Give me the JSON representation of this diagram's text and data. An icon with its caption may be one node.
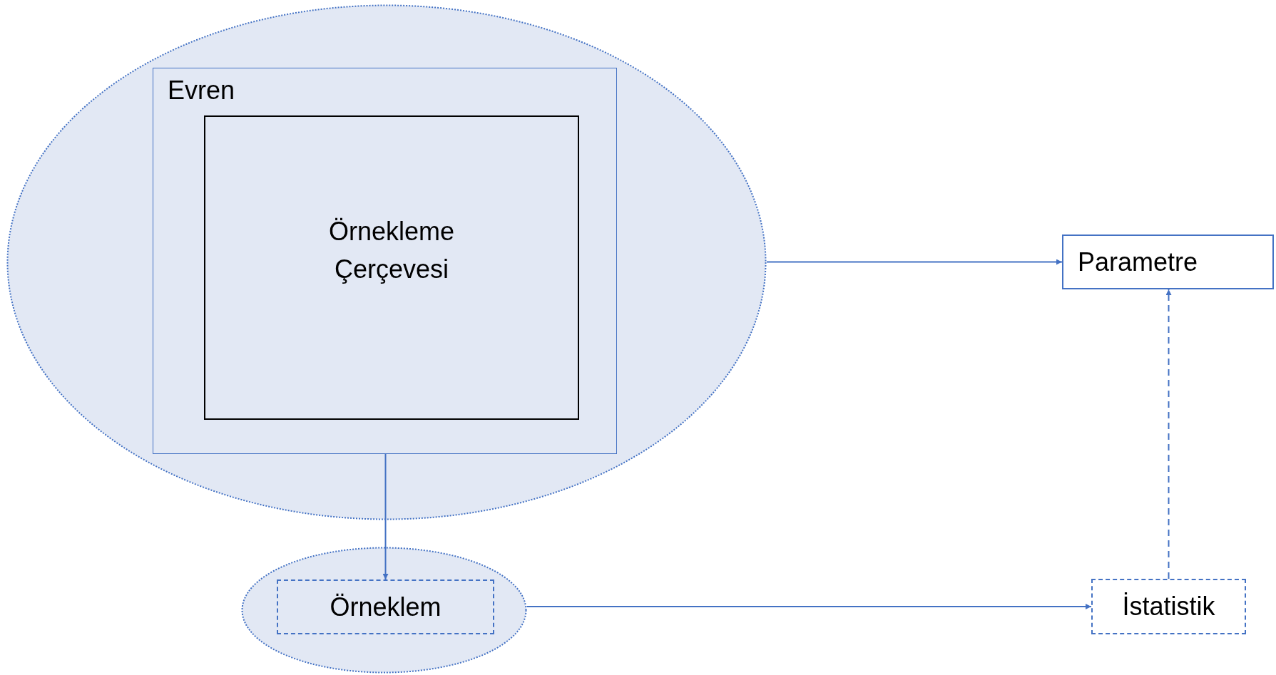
{
  "diagram": {
    "nodes": [
      {
        "text": [],
        "shape": "ellipse"
      },
      {
        "text": [
          "Evren"
        ],
        "in": 0
      },
      {
        "text": [
          "Örnekleme Çerçevesi"
        ],
        "in": 1
      },
      {
        "text": [],
        "shape": "ellipse"
      },
      {
        "text": [
          "Örneklem"
        ],
        "in": 3
      },
      {
        "text": [
          "Parametre"
        ]
      },
      {
        "text": [
          "İstatistik"
        ]
      }
    ],
    "edges": [
      {
        "from": 0,
        "to": 5,
        "arrow": "to"
      },
      {
        "from": 1,
        "to": 4,
        "arrow": "to"
      },
      {
        "from": 3,
        "to": 6,
        "arrow": "to"
      },
      {
        "from": 6,
        "to": 5,
        "arrow": "to",
        "style": "dashed"
      }
    ]
  }
}
